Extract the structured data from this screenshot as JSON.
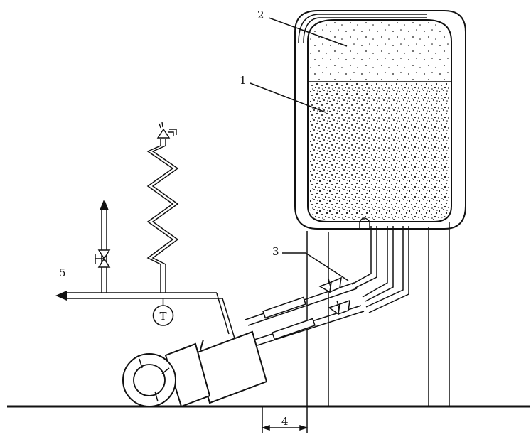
{
  "labels": {
    "n1": "1",
    "n2": "2",
    "n3": "3",
    "n4": "4",
    "n5": "5",
    "thermometer": "T"
  }
}
